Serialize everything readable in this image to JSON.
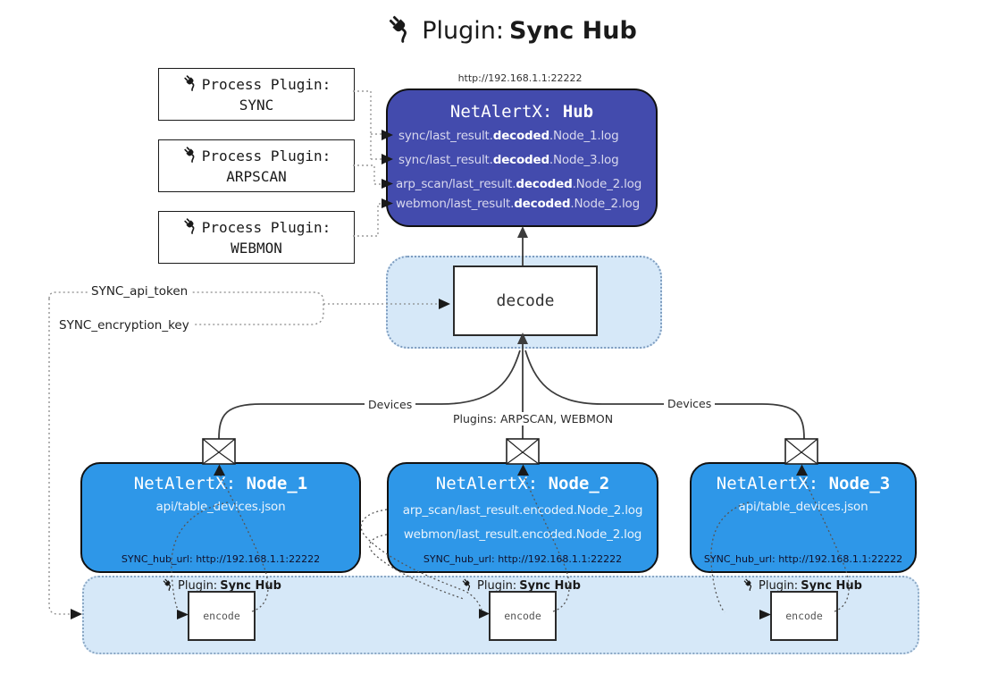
{
  "colors": {
    "hub_fill": "#434bad",
    "node_fill": "#2e97e8",
    "panel_fill": "#d6e8f8",
    "panel_border": "#7d9cbf",
    "box_border": "#111111"
  },
  "icons": {
    "plug": "power-plug",
    "envelope": "closed-envelope"
  },
  "title": {
    "prefix": "Plugin:",
    "name": "Sync Hub"
  },
  "process_plugins": [
    {
      "label": "Process Plugin:",
      "name": "SYNC"
    },
    {
      "label": "Process Plugin:",
      "name": "ARPSCAN"
    },
    {
      "label": "Process Plugin:",
      "name": "WEBMON"
    }
  ],
  "hub": {
    "url": "http://192.168.1.1:22222",
    "title_prefix": "NetAlertX: ",
    "title_name": "Hub",
    "logs": [
      {
        "pre": "sync/last_result.",
        "mid": "decoded",
        "post": ".Node_1.log"
      },
      {
        "pre": "sync/last_result.",
        "mid": "decoded",
        "post": ".Node_3.log"
      },
      {
        "pre": "arp_scan/last_result.",
        "mid": "decoded",
        "post": ".Node_2.log"
      },
      {
        "pre": "webmon/last_result.",
        "mid": "decoded",
        "post": ".Node_2.log"
      }
    ]
  },
  "decode": {
    "label": "decode"
  },
  "secrets": {
    "api_token": "SYNC_api_token",
    "encryption_key": "SYNC_encryption_key"
  },
  "edges": {
    "devices_left": "Devices",
    "devices_right": "Devices",
    "plugins": "Plugins: ARPSCAN, WEBMON"
  },
  "nodes": [
    {
      "title_prefix": "NetAlertX: ",
      "title_name": "Node_1",
      "files": [
        "api/table_devices.json"
      ],
      "hub_url": "SYNC_hub_url: http://192.168.1.1:22222"
    },
    {
      "title_prefix": "NetAlertX: ",
      "title_name": "Node_2",
      "files": [
        "arp_scan/last_result.encoded.Node_2.log",
        "webmon/last_result.encoded.Node_2.log"
      ],
      "hub_url": "SYNC_hub_url: http://192.168.1.1:22222"
    },
    {
      "title_prefix": "NetAlertX: ",
      "title_name": "Node_3",
      "files": [
        "api/table_devices.json"
      ],
      "hub_url": "SYNC_hub_url: http://192.168.1.1:22222"
    }
  ],
  "encoders": [
    {
      "plugin_prefix": "Plugin:",
      "plugin_name": "Sync Hub",
      "box_label": "encode"
    },
    {
      "plugin_prefix": "Plugin:",
      "plugin_name": "Sync Hub",
      "box_label": "encode"
    },
    {
      "plugin_prefix": "Plugin:",
      "plugin_name": "Sync Hub",
      "box_label": "encode"
    }
  ]
}
